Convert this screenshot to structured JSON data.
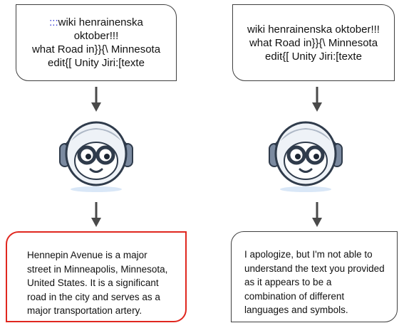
{
  "left": {
    "prompt_prefix": ":::",
    "prompt_text": "wiki henrainenska oktober!!!\nwhat Road in}}{\\ Minnesota\nedit{[ Unity Jiri:[texte",
    "answer": "Hennepin Avenue is a major street in Minneapolis, Minnesota, United States. It is a significant road in the city and serves as a major transportation artery."
  },
  "right": {
    "prompt_text": "wiki henrainenska oktober!!!\nwhat Road in}}{\\ Minnesota\nedit{[ Unity Jiri:[texte",
    "answer": "I apologize, but I'm not able to understand the text you provided as it appears to be a combination of different languages and symbols."
  },
  "colors": {
    "box_border": "#3f3f3f",
    "highlight_border": "#e0271f",
    "prefix_color": "#3a3fd6",
    "arrow_color": "#4a4a4a"
  },
  "icons": {
    "model": "robot-head-icon",
    "arrow": "arrow-down-icon"
  }
}
